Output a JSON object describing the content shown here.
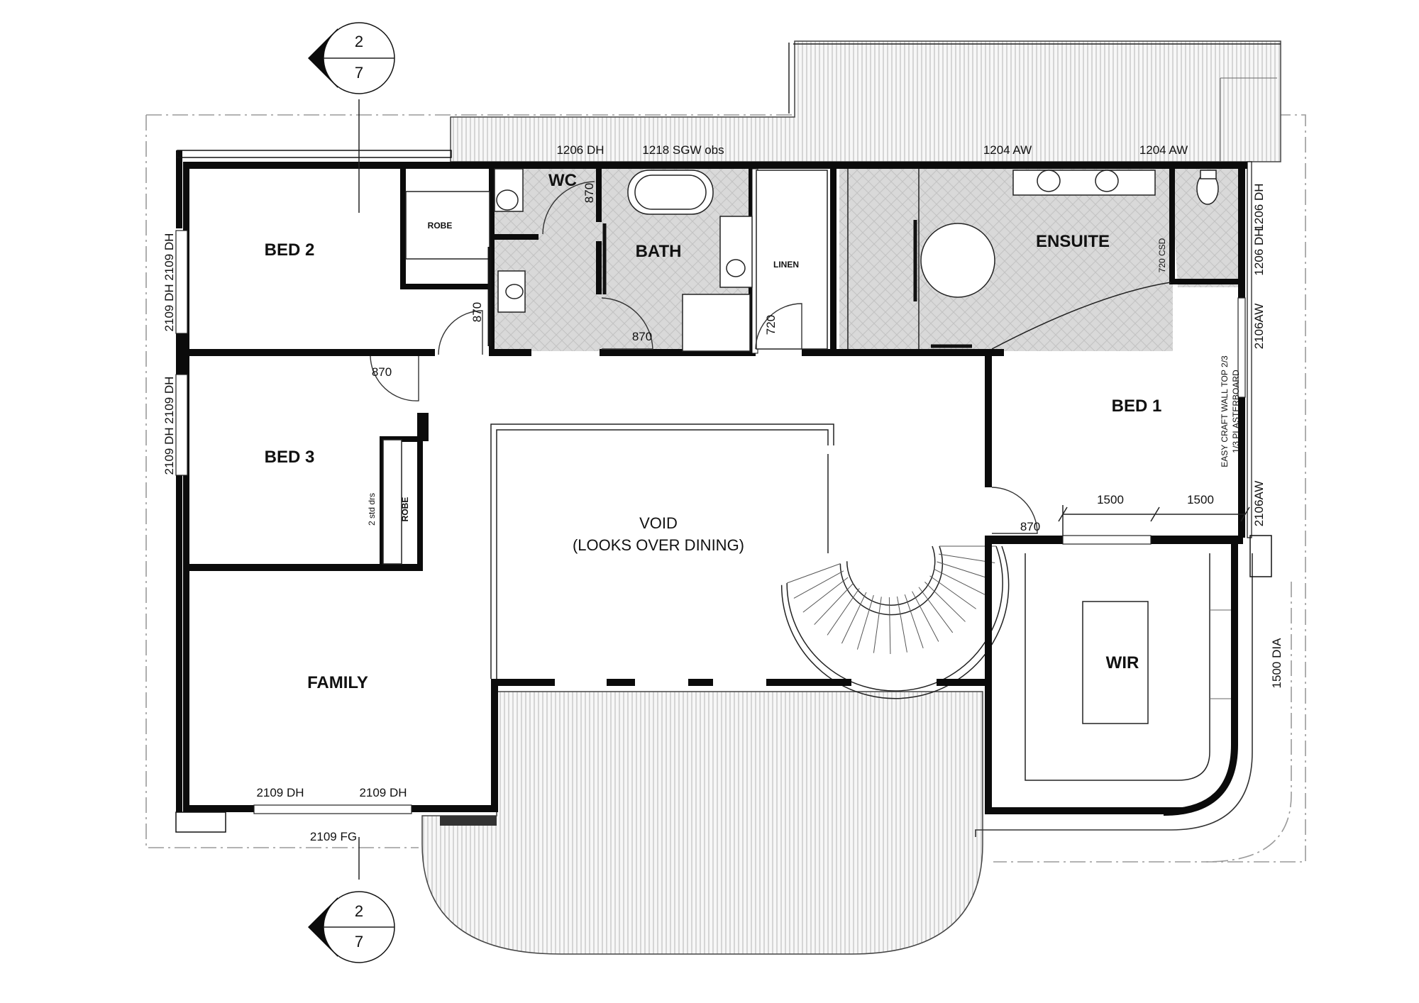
{
  "rooms": {
    "bed2": "BED 2",
    "bed3": "BED 3",
    "family": "FAMILY",
    "wc": "WC",
    "bath": "BATH",
    "linen": "LINEN",
    "ensuite": "ENSUITE",
    "bed1": "BED 1",
    "wir": "WIR",
    "robe_bed2": "ROBE",
    "robe_bed3": "ROBE",
    "void_line1": "VOID",
    "void_line2": "(LOOKS OVER DINING)"
  },
  "windows": {
    "top_1206dh": "1206 DH",
    "top_1218sgw": "1218 SGW obs",
    "top_1204aw_a": "1204 AW",
    "top_1204aw_b": "1204 AW",
    "left_bed2": "2109 DH  2109 DH",
    "left_bed3": "2109 DH  2109 DH",
    "right_1206dh_a": "1206 DH",
    "right_1206dh_b": "1206 DH",
    "right_2106aw_a": "2106AW",
    "right_2106aw_b": "2106AW",
    "bottom_2109dh_a": "2109 DH",
    "bottom_2109dh_b": "2109 DH",
    "bottom_2109fg": "2109 FG"
  },
  "doors": {
    "wc_870": "870",
    "hall_870_vert": "870",
    "bath_870": "870",
    "bed3_870": "870",
    "linen_720": "720",
    "bed1_870": "870",
    "ensuite_720csd": "720 CSD"
  },
  "dimensions": {
    "dim_1500_a": "1500",
    "dim_1500_b": "1500",
    "dia_1500": "1500 DIA"
  },
  "notes": {
    "wall_note_line1": "EASY CRAFT WALL TOP 2/3",
    "wall_note_line2": "1/3 PLASTERBOARD",
    "bed3_shelves": "2 std drs"
  },
  "section_markers": {
    "top": {
      "num": "2",
      "sheet": "7"
    },
    "bottom": {
      "num": "2",
      "sheet": "7"
    }
  }
}
